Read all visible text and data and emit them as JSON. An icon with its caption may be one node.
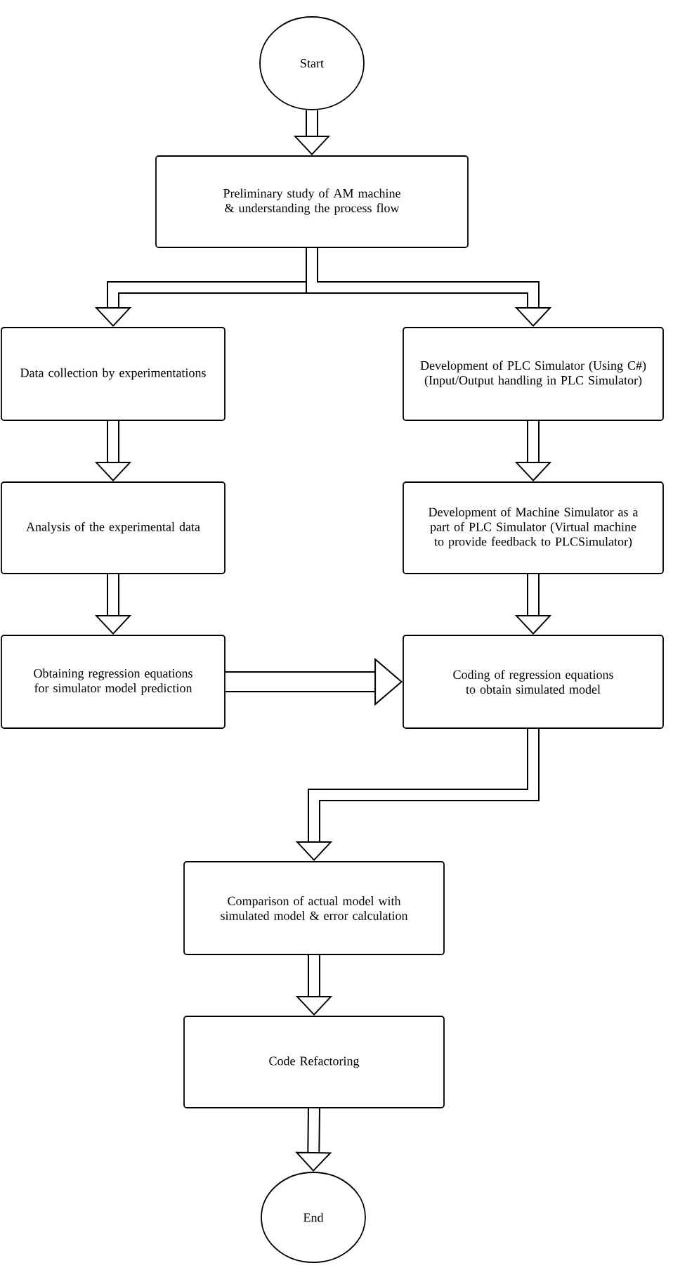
{
  "diagram": {
    "nodes": [
      {
        "text": [
          "Start"
        ]
      },
      {
        "text": [
          "Preliminary study of AM machine & understanding the process flow"
        ]
      },
      {
        "text": [
          "Data collection by experimentations"
        ]
      },
      {
        "text": [
          "Development of PLC Simulator (Using C#) (Input/Output handling in PLC Simulator)"
        ]
      },
      {
        "text": [
          "Analysis of the experimental data"
        ]
      },
      {
        "text": [
          "Development of Machine Simulator as a part of PLC Simulator (Virtual machine to provide feedback to PLCSimulator)"
        ]
      },
      {
        "text": [
          "Obtaining regression equations for simulator model prediction"
        ]
      },
      {
        "text": [
          "Coding of regression equations to obtain simulated model"
        ]
      },
      {
        "text": [
          "Comparison of actual model with simulated model & error calculation"
        ]
      },
      {
        "text": [
          "Code Refactoring"
        ]
      },
      {
        "text": [
          "End"
        ]
      }
    ],
    "edges": [
      {
        "from": 0,
        "to": 1,
        "arrow": "to"
      },
      {
        "from": 1,
        "to": 2,
        "arrow": "to"
      },
      {
        "from": 1,
        "to": 3,
        "arrow": "to"
      },
      {
        "from": 2,
        "to": 4,
        "arrow": "to"
      },
      {
        "from": 3,
        "to": 5,
        "arrow": "to"
      },
      {
        "from": 4,
        "to": 6,
        "arrow": "to"
      },
      {
        "from": 5,
        "to": 7,
        "arrow": "to"
      },
      {
        "from": 6,
        "to": 7,
        "arrow": "to"
      },
      {
        "from": 7,
        "to": 8,
        "arrow": "to"
      },
      {
        "from": 8,
        "to": 9,
        "arrow": "to"
      },
      {
        "from": 9,
        "to": 10,
        "arrow": "to"
      }
    ]
  }
}
